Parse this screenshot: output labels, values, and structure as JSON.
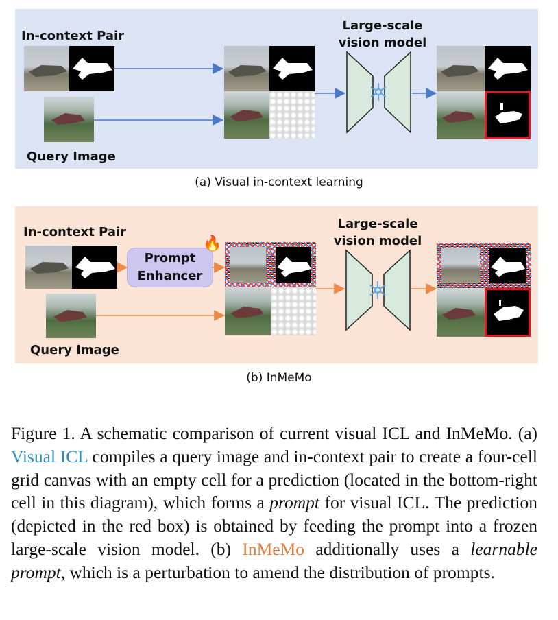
{
  "panel_a": {
    "pair_label": "In-context Pair",
    "query_label": "Query Image",
    "model_label": "Large-scale vision model",
    "subcaption": "(a) Visual in-context learning"
  },
  "panel_b": {
    "pair_label": "In-context Pair",
    "query_label": "Query Image",
    "model_label": "Large-scale vision model",
    "enhancer_label": "Prompt Enhancer",
    "fire_icon": "🔥",
    "subcaption": "(b) InMeMo"
  },
  "colors": {
    "panel_a_bg": "#dce3f4",
    "panel_b_bg": "#fbe3d5",
    "arrow_blue": "#4a78c8",
    "arrow_orange": "#ec8a4a",
    "model_fill": "#d7eadd",
    "prediction_box": "#e0181f",
    "enhancer_fill": "#cdc6ee"
  },
  "caption": {
    "fig": "Figure 1.",
    "t1": "A schematic comparison of current visual ICL and InMeMo. (a) ",
    "visual_icl": "Visual ICL",
    "t2": " compiles a query image and in-context pair to create a four-cell grid canvas with an empty cell for a prediction (located in the bottom-right cell in this diagram), which forms a ",
    "prompt": "prompt",
    "t3": " for visual ICL. The prediction (depicted in the red box) is obtained by feeding the prompt into a frozen large-scale vision model. (b) ",
    "inmemo": "InMeMo",
    "t4": " additionally uses a ",
    "learnable": "learnable prompt",
    "t5": ", which is a perturbation to amend the distribution of prompts."
  }
}
